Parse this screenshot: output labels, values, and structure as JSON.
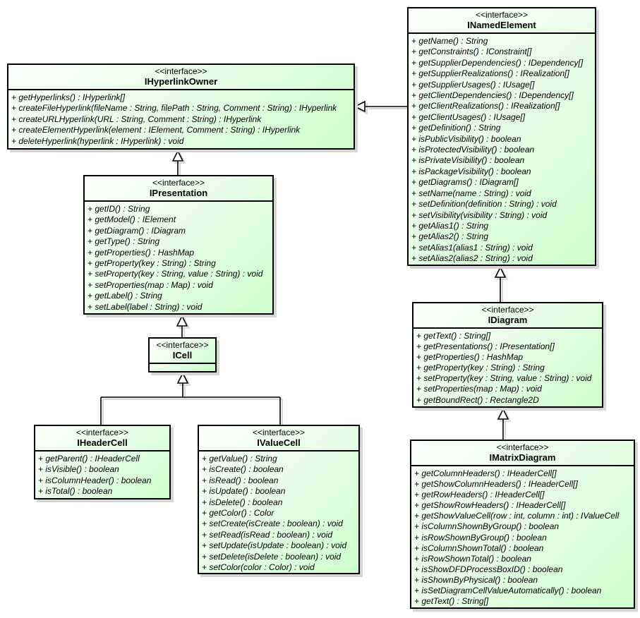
{
  "diagram_title": "UML interface class diagram",
  "colors": {
    "background": "#ffffff",
    "box_fill_top": "#fdfffd",
    "box_fill_bottom": "#ccffcc",
    "border": "#000000",
    "shadow": "#d6d6d6"
  },
  "classes": [
    {
      "stereotype": "<<interface>>",
      "name": "IHyperlinkOwner",
      "methods": [
        "+ getHyperlinks() : IHyperlink[]",
        "+ createFileHyperlink(fileName : String, filePath : String, Comment : String) : IHyperlink",
        "+ createURLHyperlink(URL : String, Comment : String) : IHyperlink",
        "+ createElementHyperlink(element : IElement, Comment : String) : IHyperlink",
        "+ deleteHyperlink(hyperlink : IHyperlink) : void"
      ]
    },
    {
      "stereotype": "<<interface>>",
      "name": "INamedElement",
      "methods": [
        "+ getName() : String",
        "+ getConstraints() : IConstraint[]",
        "+ getSupplierDependencies() : IDependency[]",
        "+ getSupplierRealizations() : IRealization[]",
        "+ getSupplierUsages() : IUsage[]",
        "+ getClientDependencies() : IDependency[]",
        "+ getClientRealizations() : IRealization[]",
        "+ getClientUsages() : IUsage[]",
        "+ getDefinition() : String",
        "+ isPublicVisibility() : boolean",
        "+ isProtectedVisibility() : boolean",
        "+ isPrivateVisibility() : boolean",
        "+ isPackageVisibility() : boolean",
        "+ getDiagrams() : IDiagram[]",
        "+ setName(name : String) : void",
        "+ setDefinition(definition : String) : void",
        "+ setVisibility(visibility : String) : void",
        "+ getAlias1() : String",
        "+ getAlias2() : String",
        "+ setAlias1(alias1 : String) : void",
        "+ setAlias2(alias2 : String) : void"
      ]
    },
    {
      "stereotype": "<<interface>>",
      "name": "IPresentation",
      "methods": [
        "+ getID() : String",
        "+ getModel() : IElement",
        "+ getDiagram() : IDiagram",
        "+ getType() : String",
        "+ getProperties() : HashMap",
        "+ getProperty(key : String) : String",
        "+ setProperty(key : String, value : String) : void",
        "+ setProperties(map : Map) : void",
        "+ getLabel() : String",
        "+ setLabel(label : String) : void"
      ]
    },
    {
      "stereotype": "<<interface>>",
      "name": "ICell",
      "methods": []
    },
    {
      "stereotype": "<<interface>>",
      "name": "IHeaderCell",
      "methods": [
        "+ getParent() : IHeaderCell",
        "+ isVisible() : boolean",
        "+ isColumnHeader() : boolean",
        "+ isTotal() : boolean"
      ]
    },
    {
      "stereotype": "<<interface>>",
      "name": "IValueCell",
      "methods": [
        "+ getValue() : String",
        "+ isCreate() : boolean",
        "+ isRead() : boolean",
        "+ isUpdate() : boolean",
        "+ isDelete() : boolean",
        "+ getColor() : Color",
        "+ setCreate(isCreate : boolean) : void",
        "+ setRead(isRead : boolean) : void",
        "+ setUpdate(isUpdate : boolean) : void",
        "+ setDelete(isDelete : boolean) : void",
        "+ setColor(color : Color) : void"
      ]
    },
    {
      "stereotype": "<<interface>>",
      "name": "IDiagram",
      "methods": [
        "+ getText() : String[]",
        "+ getPresentations() : IPresentation[]",
        "+ getProperties() : HashMap",
        "+ getProperty(key : String) : String",
        "+ setProperty(key : String, value : String) : void",
        "+ setProperties(map : Map) : void",
        "+ getBoundRect() : Rectangle2D"
      ]
    },
    {
      "stereotype": "<<interface>>",
      "name": "IMatrixDiagram",
      "methods": [
        "+ getColumnHeaders() : IHeaderCell[]",
        "+ getShowColumnHeaders() : IHeaderCell[]",
        "+ getRowHeaders() : IHeaderCell[]",
        "+ getShowRowHeaders() : IHeaderCell[]",
        "+ getShowValueCell(row : int, column : int) : IValueCell",
        "+ isColumnShownByGroup() : boolean",
        "+ isRowShownByGroup() : boolean",
        "+ isColumnShownTotal() : boolean",
        "+ isRowShownTotal() : boolean",
        "+ isShowDFDProcessBoxID() : boolean",
        "+ isShownByPhysical() : boolean",
        "+ isSetDiagramCellValueAutomatically() : boolean",
        "+ getText() : String[]"
      ]
    }
  ],
  "relationships": [
    {
      "type": "generalization",
      "from": "INamedElement",
      "to": "IHyperlinkOwner"
    },
    {
      "type": "generalization",
      "from": "IPresentation",
      "to": "IHyperlinkOwner"
    },
    {
      "type": "generalization",
      "from": "ICell",
      "to": "IPresentation"
    },
    {
      "type": "generalization",
      "from": "IHeaderCell",
      "to": "ICell"
    },
    {
      "type": "generalization",
      "from": "IValueCell",
      "to": "ICell"
    },
    {
      "type": "generalization",
      "from": "IDiagram",
      "to": "INamedElement"
    },
    {
      "type": "generalization",
      "from": "IMatrixDiagram",
      "to": "IDiagram"
    }
  ]
}
